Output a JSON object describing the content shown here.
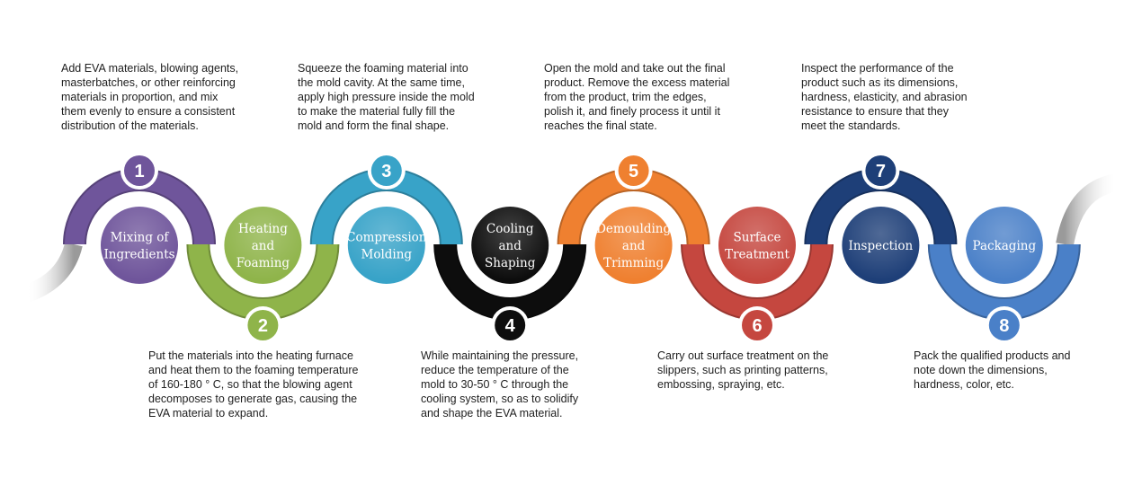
{
  "steps": [
    {
      "number": "1",
      "label": "Mixing of\nIngredients",
      "color": "#6f559b",
      "description": "Add EVA materials, blowing agents,\nmasterbatches, or other reinforcing\nmaterials in proportion, and mix\nthem evenly to ensure a consistent\ndistribution of the materials."
    },
    {
      "number": "2",
      "label": "Heating\nand\nFoaming",
      "color": "#8fb44a",
      "description": "Put the materials into the heating furnace\nand heat them to the foaming temperature\nof 160-180 ° C, so that the blowing agent\ndecomposes to generate gas, causing the\nEVA material to expand."
    },
    {
      "number": "3",
      "label": "Compression\nMolding",
      "color": "#38a3c8",
      "description": "Squeeze the foaming material into\nthe mold cavity. At the same time,\napply high pressure inside the mold\nto make the material fully fill the\nmold and form the final shape."
    },
    {
      "number": "4",
      "label": "Cooling\nand\nShaping",
      "color": "#0d0d0d",
      "description": "While maintaining the pressure,\nreduce the temperature of the\nmold to 30-50 ° C through the\ncooling system, so as to solidify\nand shape the EVA material."
    },
    {
      "number": "5",
      "label": "Demoulding\nand\nTrimming",
      "color": "#ef8030",
      "description": "Open the mold and take out the final\nproduct. Remove the excess material\nfrom the product, trim the edges,\npolish it, and finely process it until it\nreaches the final state."
    },
    {
      "number": "6",
      "label": "Surface\nTreatment",
      "color": "#c5473f",
      "description": "Carry out surface treatment on the\nslippers, such as printing patterns,\nembossing, spraying, etc."
    },
    {
      "number": "7",
      "label": "Inspection",
      "color": "#1e3f78",
      "description": "Inspect the performance of the\nproduct such as its dimensions,\nhardness, elasticity, and abrasion\nresistance to ensure that they\nmeet the standards."
    },
    {
      "number": "8",
      "label": "Packaging",
      "color": "#4a80c8",
      "description": "Pack the qualified products and\nnote down the dimensions,\nhardness, color, etc."
    }
  ],
  "connector_color": "#8a8a8a"
}
